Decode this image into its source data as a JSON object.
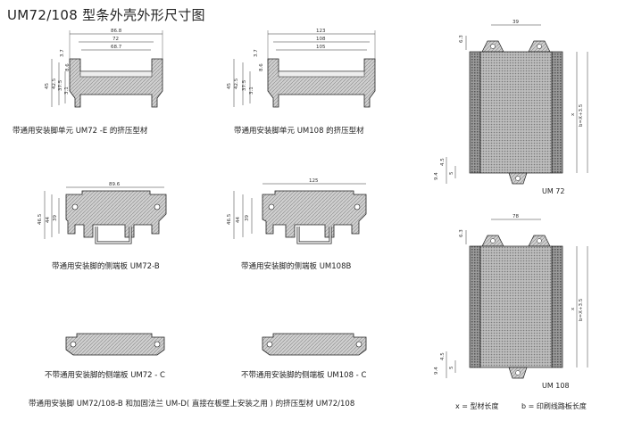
{
  "title": "UM72/108 型条外壳外形尺寸图",
  "profiles": [
    {
      "caption": "带通用安装脚单元 UM72 -E 的挤压型材",
      "widths": [
        "86.8",
        "72",
        "68.7"
      ],
      "heights": [
        "45",
        "42.5",
        "37.5",
        "3.1"
      ],
      "small": [
        "3.7",
        "8.6"
      ]
    },
    {
      "caption": "带通用安装脚单元 UM108 的挤压型材",
      "widths": [
        "123",
        "108",
        "105"
      ],
      "heights": [
        "45",
        "42.5",
        "37.5",
        "3.1"
      ],
      "small": [
        "3.7",
        "8.6"
      ]
    }
  ],
  "side_with_feet": [
    {
      "caption": "带通用安装脚的侧端板 UM72-B",
      "width": "89.6",
      "heights": [
        "46.5",
        "44",
        "39"
      ]
    },
    {
      "caption": "带通用安装脚的侧端板 UM108B",
      "width": "125",
      "heights": [
        "46.5",
        "44",
        "39"
      ]
    }
  ],
  "side_no_feet": [
    {
      "caption": "不带通用安装脚的侧端板 UM72 - C"
    },
    {
      "caption": "不带通用安装脚的侧端板 UM108 - C"
    }
  ],
  "bottom_caption": "带通用安装脚 UM72/108-B 和加固法兰 UM-D( 直接在板壁上安装之用 ) 的挤压型材 UM72/108",
  "top_views": [
    {
      "label": "UM 72",
      "width": "39",
      "tab": "6.3",
      "x_label": "x",
      "b_label": "b=X+3.5",
      "lefts": [
        "4.5",
        "5",
        "9.4"
      ]
    },
    {
      "label": "UM 108",
      "width": "78",
      "tab": "6.3",
      "x_label": "x",
      "b_label": "b=X+3.5",
      "lefts": [
        "4.5",
        "5",
        "9.4"
      ]
    }
  ],
  "legend": {
    "x": "x = 型材长度",
    "b": "b = 印刷线路板长度"
  }
}
